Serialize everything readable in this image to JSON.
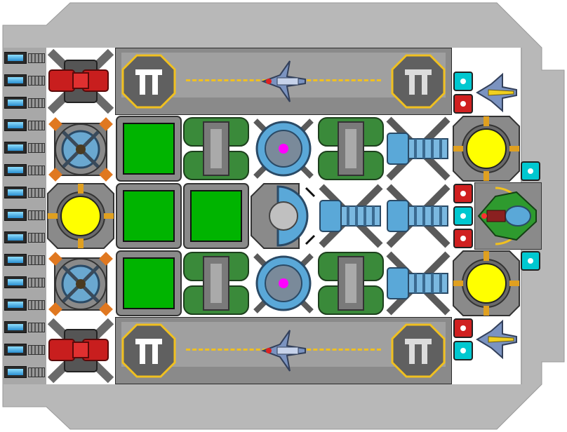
{
  "scene": {
    "view": "ship-layout-topdown",
    "colors": {
      "hull": "#b8b8b8",
      "hull_dark": "#8e8e8e",
      "hangar_floor": "#8a8a8a",
      "hazard_yellow": "#f0c020",
      "reactor_core": "#ffff00",
      "shield_core": "#ff00ff",
      "storage_green": "#00b400",
      "engine_blue": "#5aa8d8",
      "weapon_red": "#c81e1e",
      "fighter_green": "#2e9a2e",
      "crew_cyan": "#00c8d0"
    }
  },
  "modules": {
    "batteries": {
      "count": 15,
      "icon": "battery-icon"
    },
    "weapons_left": [
      {
        "icon": "red-cannon-icon"
      },
      {
        "icon": "red-cannon-icon"
      }
    ],
    "hangars": [
      {
        "icon": "hangar-bay-icon",
        "craft_icon": "interceptor-fighter-icon"
      },
      {
        "icon": "hangar-bay-icon",
        "craft_icon": "interceptor-fighter-icon"
      }
    ],
    "reactors": {
      "count": 3,
      "icon": "reactor-icon"
    },
    "shield_generators": {
      "count": 2,
      "icon": "shield-generator-icon"
    },
    "cargo_bays": {
      "count": 4,
      "icon": "cargo-crate-icon"
    },
    "fuel_tanks": {
      "count": 4,
      "icon": "fuel-tank-icon"
    },
    "turbines": {
      "count": 2,
      "icon": "turbine-icon"
    },
    "bridge": {
      "icon": "command-bridge-icon"
    },
    "thrusters": {
      "count": 4,
      "icon": "blue-thruster-icon"
    },
    "flagship": {
      "icon": "green-flagship-icon"
    },
    "escort_fighters": {
      "count": 2,
      "icon": "yellow-fighter-icon"
    }
  }
}
